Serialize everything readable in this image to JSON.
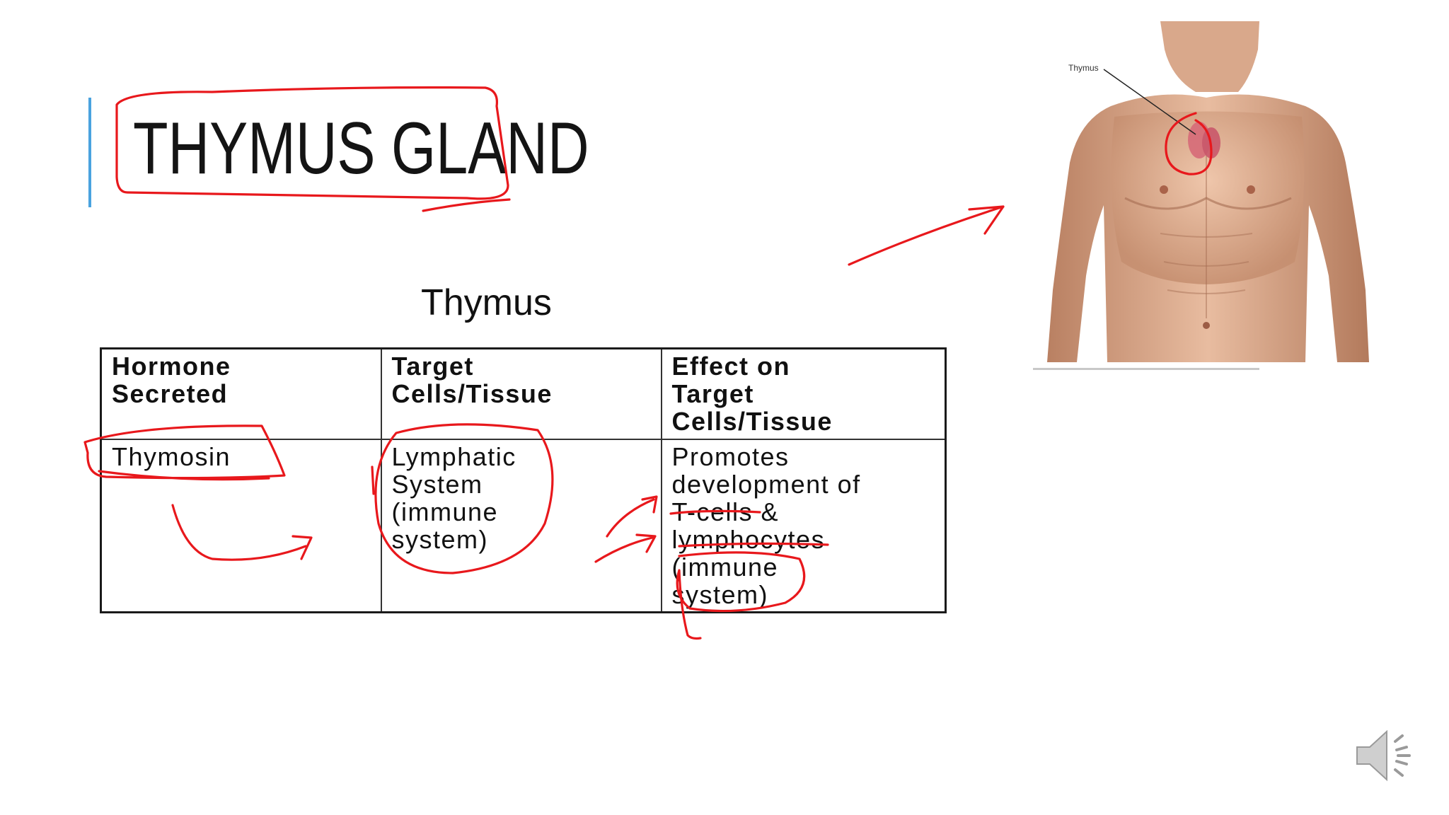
{
  "slide": {
    "title": "THYMUS GLAND",
    "accent_color": "#4aa3df",
    "annotation_color": "#e8181c"
  },
  "table": {
    "heading": "Thymus",
    "headers": [
      "Hormone\nSecreted",
      "Target\nCells/Tissue",
      "Effect on\nTarget\nCells/Tissue"
    ],
    "row": {
      "hormone": "Thymosin",
      "target": "Lymphatic\nSystem\n(immune\nsystem)",
      "effect": "Promotes\ndevelopment  of\nT-cells  &\nlymphocytes\n(immune\nsystem)"
    }
  },
  "figure": {
    "label": "Thymus",
    "description_icon": "male-torso-illustration"
  },
  "controls": {
    "audio_icon": "speaker-icon"
  }
}
